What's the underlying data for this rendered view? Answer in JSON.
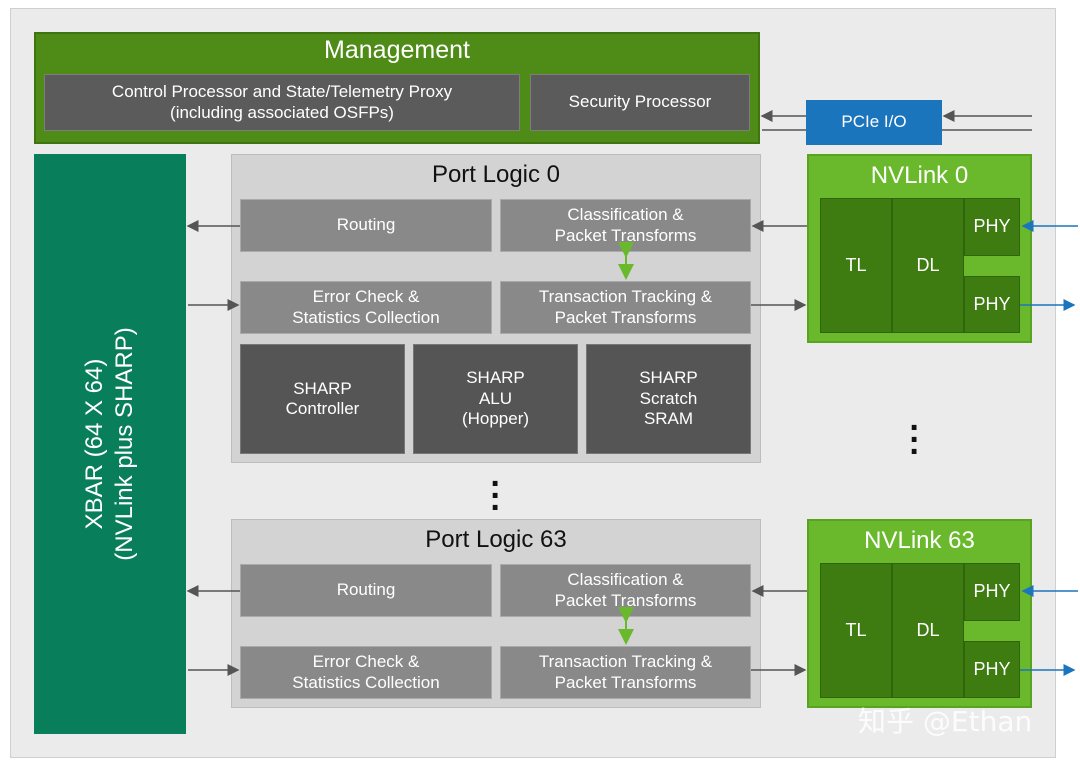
{
  "management": {
    "title": "Management",
    "control_processor": [
      "Control Processor and State/Telemetry Proxy",
      "(including associated OSFPs)"
    ],
    "security_processor": "Security Processor"
  },
  "xbar": [
    "XBAR (64 X 64)",
    "(NVLink plus SHARP)"
  ],
  "pcie": "PCIe I/O",
  "port_logic": [
    {
      "title": "Port Logic 0",
      "routing": "Routing",
      "classification": [
        "Classification &",
        "Packet Transforms"
      ],
      "error_check": [
        "Error Check &",
        "Statistics Collection"
      ],
      "transaction": [
        "Transaction Tracking &",
        "Packet Transforms"
      ],
      "sharp_controller": [
        "SHARP",
        "Controller"
      ],
      "sharp_alu": [
        "SHARP",
        "ALU",
        "(Hopper)"
      ],
      "sharp_sram": [
        "SHARP",
        "Scratch",
        "SRAM"
      ]
    },
    {
      "title": "Port Logic 63",
      "routing": "Routing",
      "classification": [
        "Classification &",
        "Packet Transforms"
      ],
      "error_check": [
        "Error Check &",
        "Statistics Collection"
      ],
      "transaction": [
        "Transaction Tracking &",
        "Packet Transforms"
      ]
    }
  ],
  "nvlink": [
    {
      "title": "NVLink 0",
      "tl": "TL",
      "dl": "DL",
      "phy_top": "PHY",
      "phy_bottom": "PHY"
    },
    {
      "title": "NVLink 63",
      "tl": "TL",
      "dl": "DL",
      "phy_top": "PHY",
      "phy_bottom": "PHY"
    }
  ],
  "watermark": "知乎 @Ethan"
}
